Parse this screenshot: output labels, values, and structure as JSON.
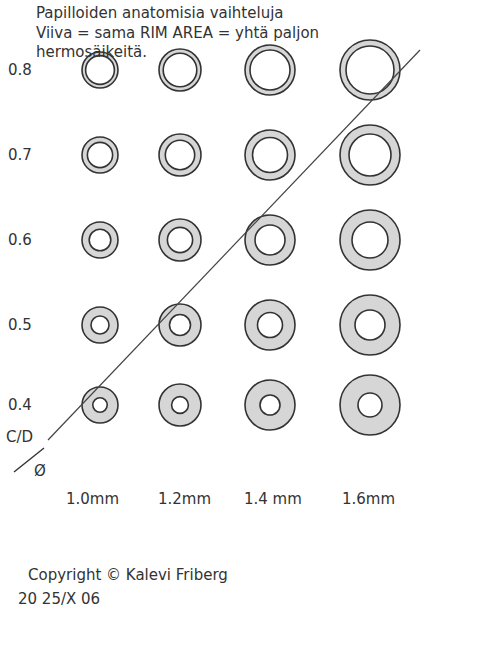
{
  "diagram": {
    "title": "Papilloiden anatomisia vaihteluja",
    "labels": [
      "Viiva = sama RIM AREA = yhtä paljon hermosäikeitä.",
      "0.8",
      "0.7",
      "0.6",
      "0.5",
      "0.4",
      "C/D",
      "Ø",
      "1.0mm",
      "1.2mm",
      "1.4 mm",
      "1.6mm",
      "Copyright © Kalevi Friberg",
      "20 25/X 06"
    ]
  }
}
